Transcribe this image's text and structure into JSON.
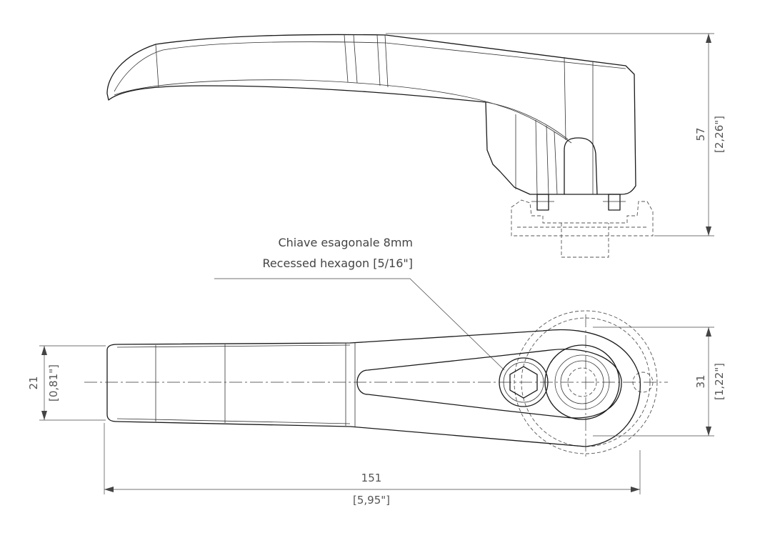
{
  "annotations": {
    "hex_line1": "Chiave esagonale 8mm",
    "hex_line2": "Recessed hexagon [5/16\"]"
  },
  "dimensions": {
    "height_mm": "57",
    "height_in": "[2,26\"]",
    "head_dia_mm": "31",
    "head_dia_in": "[1,22\"]",
    "grip_width_mm": "21",
    "grip_width_in": "[0,81\"]",
    "length_mm": "151",
    "length_in": "[5,95\"]"
  }
}
